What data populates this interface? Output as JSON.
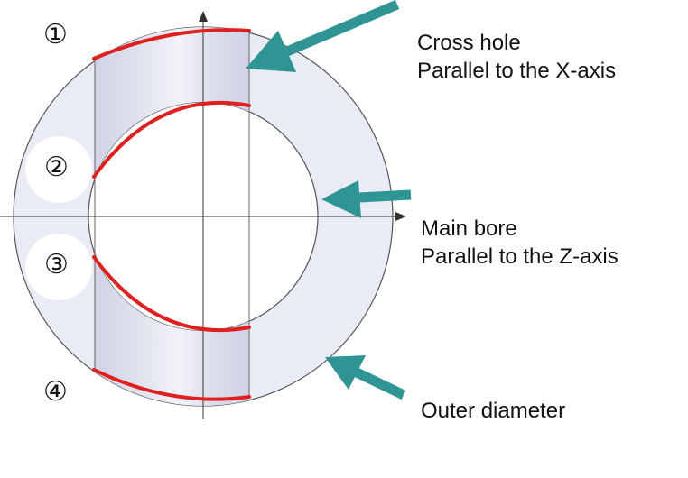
{
  "markers": [
    "①",
    "②",
    "③",
    "④"
  ],
  "labels": {
    "cross_hole": {
      "line1": "Cross hole",
      "line2": "Parallel to the X-axis"
    },
    "main_bore": {
      "line1": "Main bore",
      "line2": "Parallel to the Z-axis"
    },
    "outer_diameter": {
      "line1": "Outer diameter"
    }
  },
  "colors": {
    "ring_fill": "#e9ebf5",
    "hole_band": "#d6d9e8",
    "red_edge": "#e0201e",
    "arrow": "#2e9494",
    "outline": "#555555"
  }
}
